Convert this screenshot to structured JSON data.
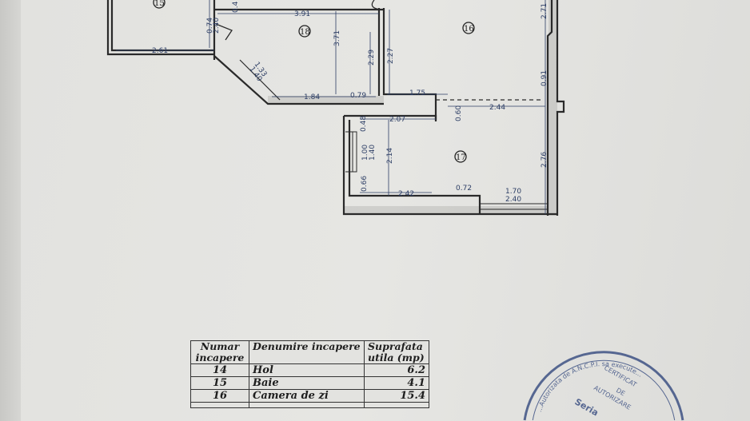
{
  "floorplan": {
    "rooms": [
      "15",
      "18",
      "16",
      "17"
    ],
    "dimensions": {
      "d391": "3.91",
      "d371": "3.71",
      "d229": "2.29",
      "d227": "2.27",
      "d184": "1.84",
      "d079": "0.79",
      "d175": "1.75",
      "d244": "2.44",
      "d060": "0.60",
      "d091": "0.91",
      "d271": "2.71",
      "d276": "2.76",
      "d207": "2.07",
      "d048": "0.48",
      "d100": "1.00",
      "d140a": "1.40",
      "d214": "2.14",
      "d066": "0.66",
      "d242": "2.42",
      "d072": "0.72",
      "d170": "1.70",
      "d240a": "2.40",
      "d261": "2.61",
      "d074": "0.74",
      "d240b": "2.40",
      "d133": "1.33",
      "d140b": "1.40",
      "d04": "0.4"
    }
  },
  "table": {
    "headers": [
      "Numar incapere",
      "Denumire incapere",
      "Suprafata utila (mp)"
    ],
    "rows": [
      {
        "nr": "14",
        "name": "Hol",
        "area": "6.2"
      },
      {
        "nr": "15",
        "name": "Baie",
        "area": "4.1"
      },
      {
        "nr": "16",
        "name": "Camera de zi",
        "area": "15.4"
      }
    ]
  },
  "stamp": {
    "ring": "...Autorizata de A.N.C.P.I. sa execute...",
    "line1": "CERTIFICAT",
    "line2": "DE",
    "line3": "AUTORIZARE",
    "line4": "Seria"
  },
  "colors": {
    "walls": "#2a2a2a",
    "dimensions": "#2e3f66",
    "stamp": "#3e5284"
  }
}
